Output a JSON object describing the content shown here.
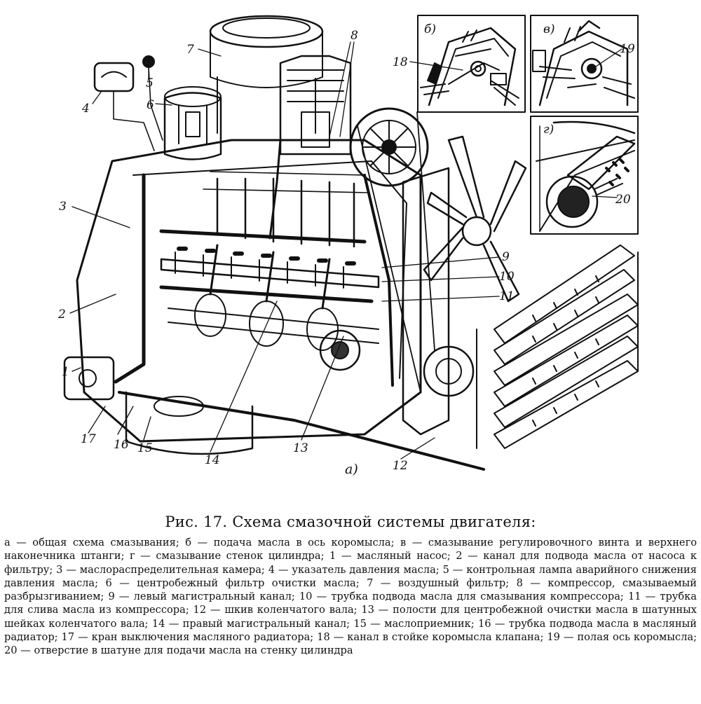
{
  "figure": {
    "inset_labels": [
      "б)",
      "в)",
      "г)"
    ],
    "main_label": "а)",
    "callouts": [
      "1",
      "2",
      "3",
      "4",
      "5",
      "6",
      "7",
      "8",
      "9",
      "10",
      "11",
      "12",
      "13",
      "14",
      "15",
      "16",
      "17",
      "18",
      "19",
      "20"
    ]
  },
  "caption": {
    "title": "Рис. 17. Схема смазочной системы двигателя:",
    "body": "а — общая схема смазывания; б — подача масла в ось коромысла; в — смазывание регулировочного винта и верхнего наконечника штанги; г — смазывание стенок цилиндра; 1 — масляный насос; 2 — канал для подвода масла от насоса к фильтру; 3 — маслораспределительная камера; 4 — указатель давления масла; 5 — контрольная лампа аварийного снижения давления масла; 6 — центробежный фильтр очистки масла; 7 — воздушный фильтр; 8 — компрессор, смазываемый разбрызгиванием; 9 — левый магистральный канал; 10 — трубка подвода масла для смазывания компрессора; 11 — трубка для слива масла из компрессора; 12 — шкив коленчатого вала; 13 — полости для центробежной очистки масла в шатунных шейках коленчатого вала; 14 — правый магистральный канал; 15 — маслоприемник; 16 — трубка подвода масла в масляный радиатор; 17 — кран выключения масляного радиатора; 18 — канал в стойке коромысла клапана; 19 — полая ось коромысла; 20 — отверстие в шатуне для подачи масла на стенку цилиндра"
  }
}
